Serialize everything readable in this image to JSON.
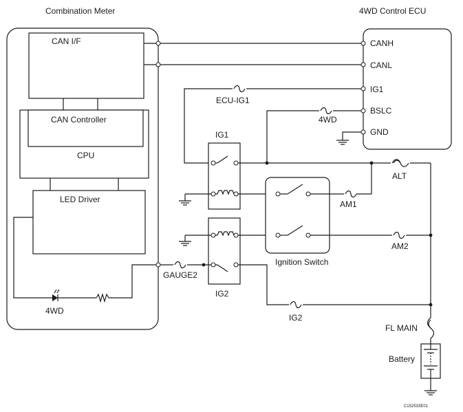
{
  "combination_meter": {
    "title": "Combination Meter",
    "can_if": "CAN I/F",
    "can_controller": "CAN Controller",
    "cpu": "CPU",
    "led_driver": "LED Driver",
    "led_label": "4WD"
  },
  "ecu": {
    "title": "4WD Control ECU",
    "pins": [
      "CANH",
      "CANL",
      "IG1",
      "BSLC",
      "GND"
    ]
  },
  "fuses": {
    "ecu_ig1": "ECU-IG1",
    "fwd": "4WD",
    "gauge2": "GAUGE2",
    "ig2": "IG2",
    "am1": "AM1",
    "am2": "AM2",
    "alt": "ALT",
    "fl_main": "FL MAIN"
  },
  "relays": {
    "ig1": "IG1",
    "ig2": "IG2"
  },
  "ignition_switch": "Ignition Switch",
  "battery": "Battery",
  "figure_code": "C152533E01"
}
